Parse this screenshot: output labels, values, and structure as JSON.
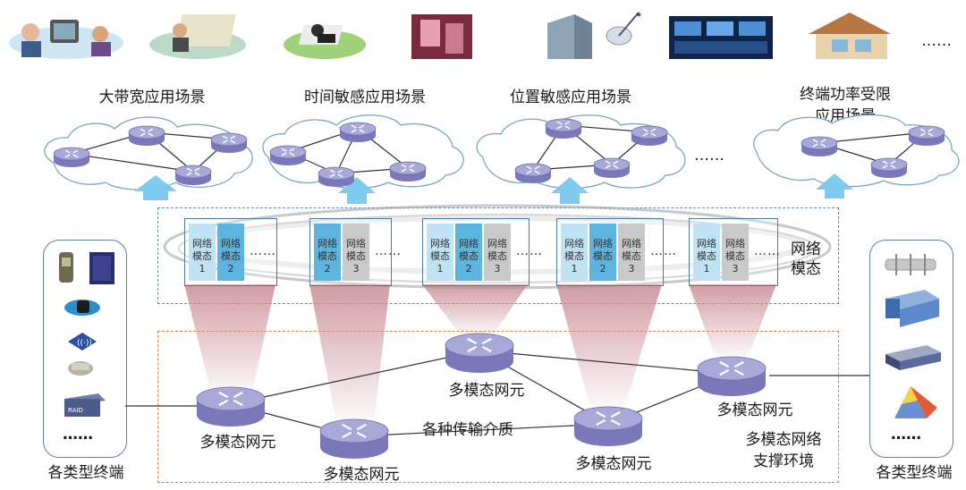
{
  "scenarios": [
    {
      "label": "大带宽应用场景",
      "icon": "people-with-laptops-icon"
    },
    {
      "label": "时间敏感应用场景",
      "icon": "remote-surgery-icon"
    },
    {
      "label": "位置敏感应用场景",
      "icon": "satellite-building-icon"
    },
    {
      "label": "终端功率受限\n应用场景",
      "icon": "smart-home-icon"
    }
  ],
  "scenario_ellipsis": "……",
  "cloud_ellipsis": "……",
  "module_groups": [
    {
      "modules": [
        {
          "name": "网络\n模态",
          "idx": "1",
          "tone": "light"
        },
        {
          "name": "网络\n模态",
          "idx": "2",
          "tone": "mid"
        }
      ],
      "trail": "……"
    },
    {
      "modules": [
        {
          "name": "网络\n模态",
          "idx": "2",
          "tone": "mid"
        },
        {
          "name": "网络\n模态",
          "idx": "3",
          "tone": "grey"
        }
      ],
      "trail": "……"
    },
    {
      "modules": [
        {
          "name": "网络\n模态",
          "idx": "1",
          "tone": "light"
        },
        {
          "name": "网络\n模态",
          "idx": "2",
          "tone": "mid"
        },
        {
          "name": "网络\n模态",
          "idx": "3",
          "tone": "grey"
        }
      ],
      "trail": "……"
    },
    {
      "modules": [
        {
          "name": "网络\n模态",
          "idx": "1",
          "tone": "light"
        },
        {
          "name": "网络\n模态",
          "idx": "2",
          "tone": "mid"
        },
        {
          "name": "网络\n模态",
          "idx": "3",
          "tone": "grey"
        }
      ],
      "trail": "……"
    },
    {
      "modules": [
        {
          "name": "网络\n模态",
          "idx": "1",
          "tone": "light"
        },
        {
          "name": "网络\n模态",
          "idx": "3",
          "tone": "grey"
        }
      ],
      "trail": "……"
    }
  ],
  "network_modality_label": "网络\n模态",
  "node_label": "多模态网元",
  "medium_label": "各种传输介质",
  "env_label": "多模态网络\n支撑环境",
  "terminals_label": "各类型终端",
  "terminal_ellipsis": "……",
  "left_terminal_icons": [
    "mobile-phone-icon",
    "tablet-icon",
    "smartwatch-icon",
    "wireless-router-icon",
    "camera-icon",
    "raid-storage-icon"
  ],
  "right_terminal_icons": [
    "sensor-bar-icon",
    "server-icon",
    "switch-icon",
    "3d-device-icon"
  ],
  "colors": {
    "router_top": "#a9a9d9",
    "router_side": "#7a78b8",
    "accent_blue": "#5cb4df",
    "arrow": "#7fcbef",
    "beam": "#c98a93",
    "dash_blue": "#5b8fa8",
    "dash_orange": "#e5803a"
  }
}
